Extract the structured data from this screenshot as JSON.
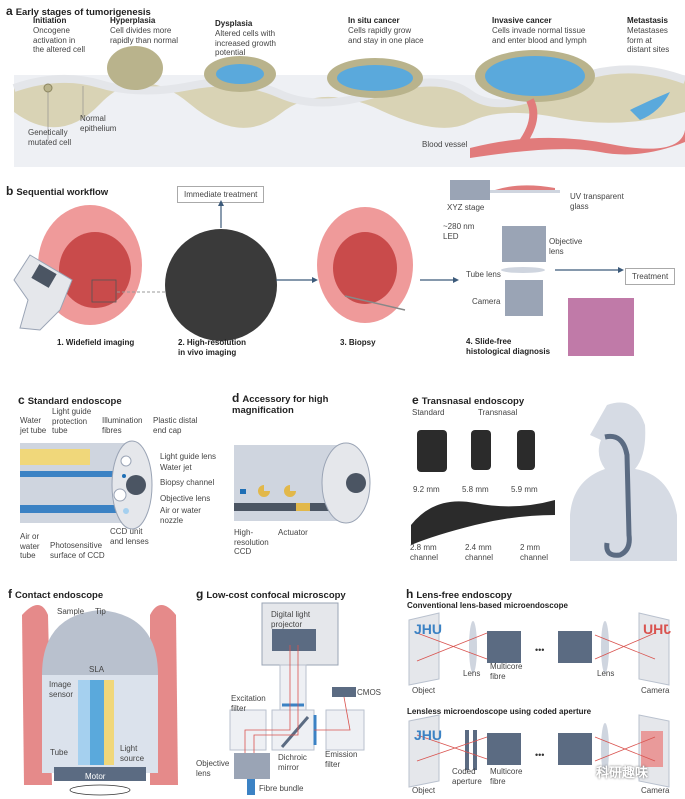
{
  "panel_a": {
    "letter": "a",
    "title": "Early stages of tumorigenesis",
    "stages": [
      {
        "name": "Initiation",
        "desc": "Oncogene\nactivation in\nthe altered cell"
      },
      {
        "name": "Hyperplasia",
        "desc": "Cell divides more\nrapidly than normal"
      },
      {
        "name": "Dysplasia",
        "desc": "Altered cells with\nincreased growth\npotential"
      },
      {
        "name": "In situ cancer",
        "desc": "Cells rapidly grow\nand stay in one place"
      },
      {
        "name": "Invasive cancer",
        "desc": "Cells invade normal tissue\nand enter blood and lymph"
      },
      {
        "name": "Metastasis",
        "desc": "Metastases\nform at\ndistant sites"
      }
    ],
    "labels": {
      "normal_epithelium": "Normal\nepithelium",
      "mutated_cell": "Genetically\nmutated cell",
      "blood_vessel": "Blood vessel"
    }
  },
  "panel_b": {
    "letter": "b",
    "title": "Sequential workflow",
    "immediate_treatment": "Immediate treatment",
    "treatment": "Treatment",
    "steps": [
      "1.  Widefield imaging",
      "2.  High-resolution\n     in vivo imaging",
      "3.  Biopsy",
      "4.  Slide-free\n     histological diagnosis"
    ],
    "labels": {
      "xyz_stage": "XYZ stage",
      "uv_glass": "UV transparent\nglass",
      "led": "~280 nm\nLED",
      "objective": "Objective\nlens",
      "tube_lens": "Tube lens",
      "camera": "Camera"
    }
  },
  "panel_c": {
    "letter": "c",
    "title": "Standard endoscope",
    "labels": {
      "water_jet_tube": "Water\njet tube",
      "light_guide_protection": "Light guide\nprotection\ntube",
      "illumination_fibres": "Illumination\nfibres",
      "plastic_cap": "Plastic distal\nend cap",
      "light_guide_lens": "Light guide lens",
      "water_jet": "Water jet",
      "biopsy_channel": "Biopsy channel",
      "objective_lens": "Objective lens",
      "nozzle": "Air or water\nnozzle",
      "ccd_unit": "CCD unit\nand lenses",
      "photosensitive": "Photosensitive\nsurface of CCD",
      "air_water_tube": "Air or\nwater\ntube"
    }
  },
  "panel_d": {
    "letter": "d",
    "title": "Accessory for high\nmagnification",
    "labels": {
      "ccd": "High-\nresolution\nCCD",
      "actuator": "Actuator"
    }
  },
  "panel_e": {
    "letter": "e",
    "title": "Transnasal endoscopy",
    "group_standard": "Standard",
    "group_transnasal": "Transnasal",
    "diameters": [
      "9.2 mm",
      "5.8 mm",
      "5.9 mm"
    ],
    "channels": [
      "2.8 mm\nchannel",
      "2.4 mm\nchannel",
      "2 mm\nchannel"
    ]
  },
  "panel_f": {
    "letter": "f",
    "title": "Contact endoscope",
    "labels": {
      "sample": "Sample",
      "tip": "Tip",
      "sla": "SLA",
      "image_sensor": "Image\nsensor",
      "tube": "Tube",
      "light_source": "Light\nsource",
      "motor": "Motor"
    }
  },
  "panel_g": {
    "letter": "g",
    "title": "Low-cost confocal microscopy",
    "labels": {
      "dlp": "Digital light\nprojector",
      "cmos": "CMOS",
      "excitation": "Excitation\nfilter",
      "objective": "Objective\nlens",
      "dichroic": "Dichroic\nmirror",
      "emission": "Emission\nfilter",
      "fibre_bundle": "Fibre bundle"
    }
  },
  "panel_h": {
    "letter": "h",
    "title": "Lens-free endoscopy",
    "sub1": "Conventional lens-based microendoscope",
    "sub2": "Lensless microendoscope using coded aperture",
    "object_text": "JHU",
    "labels": {
      "object": "Object",
      "lens": "Lens",
      "multicore": "Multicore\nfibre",
      "camera": "Camera",
      "coded": "Coded\naperture",
      "ellipsis": "•••"
    }
  },
  "watermark": "科研趣味",
  "colors": {
    "tissue": "#d9d3b5",
    "cell_tan": "#b9b38c",
    "cancer_blue": "#5aa9dc",
    "vessel": "#e17b7b",
    "mouth": "#ef9a9a",
    "steel": "#9aa4b5",
    "arrow": "#3c5a7a",
    "ray": "#d9534f"
  }
}
